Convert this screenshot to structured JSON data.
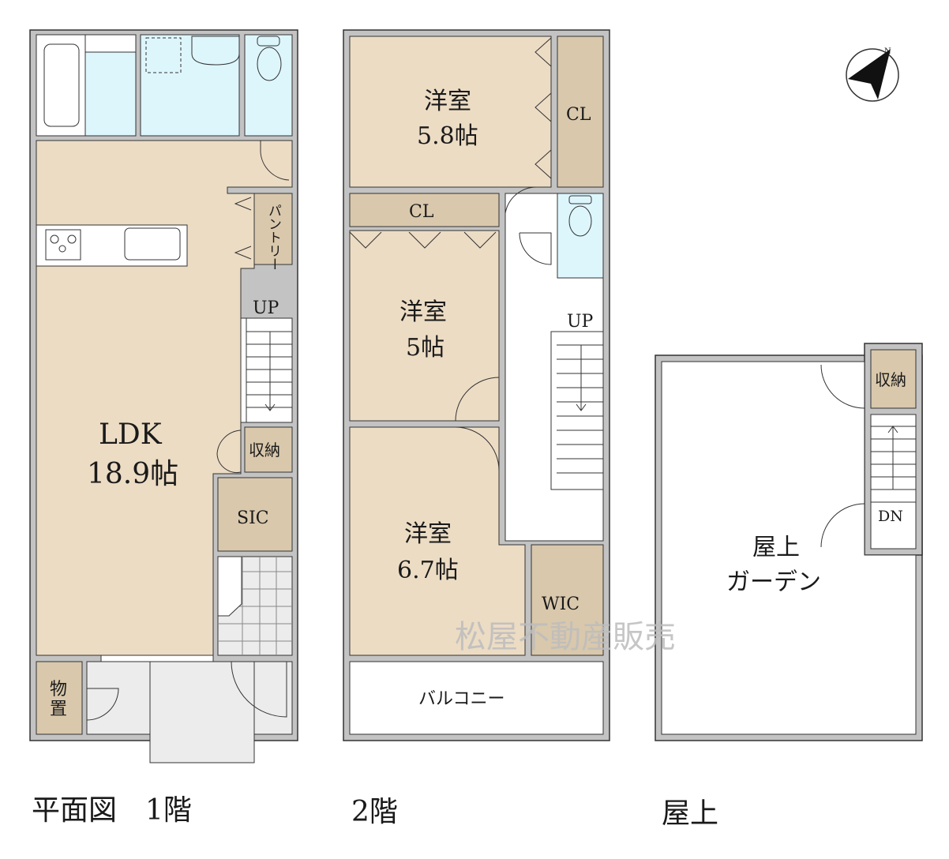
{
  "floor1": {
    "caption": "平面図　1階",
    "ldk_name": "LDK",
    "ldk_size": "18.9帖",
    "pantry": "パントリー",
    "up": "UP",
    "storage": "収納",
    "sic": "SIC",
    "shed_1": "物",
    "shed_2": "置"
  },
  "floor2": {
    "caption": "2階",
    "room1_name": "洋室",
    "room1_size": "5.8帖",
    "room2_name": "洋室",
    "room2_size": "5帖",
    "room3_name": "洋室",
    "room3_size": "6.7帖",
    "cl1": "CL",
    "cl2": "CL",
    "wic": "WIC",
    "up": "UP",
    "balcony": "バルコニー"
  },
  "roof": {
    "caption": "屋上",
    "garden_1": "屋上",
    "garden_2": "ガーデン",
    "storage": "収納",
    "dn": "DN"
  },
  "watermark": "松屋不動産販売",
  "compass_label": "N"
}
